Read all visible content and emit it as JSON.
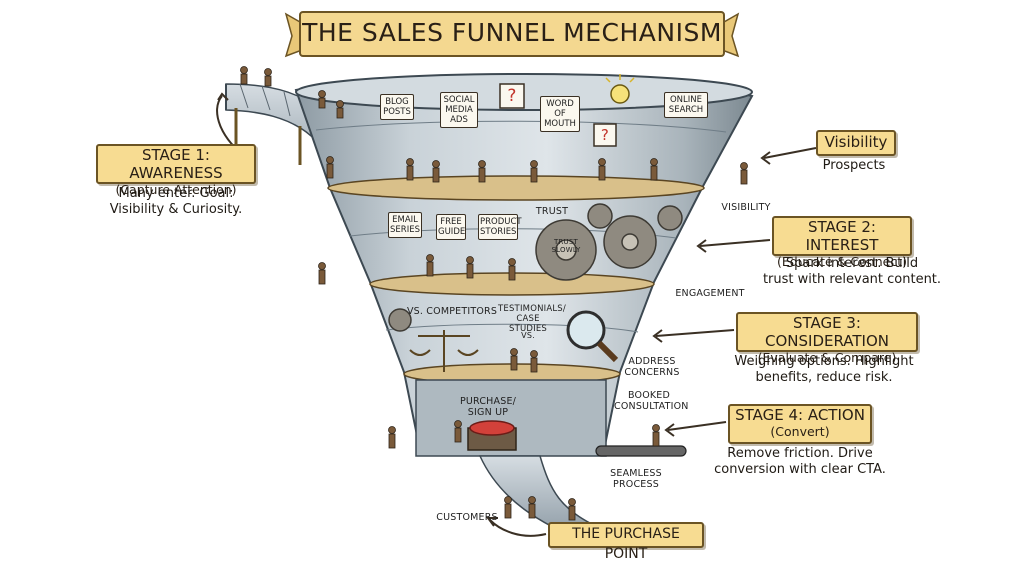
{
  "title": "THE SALES FUNNEL MECHANISM",
  "stages": [
    {
      "title": "STAGE 1: AWARENESS",
      "subtitle": "(Capture Attention)",
      "description": [
        "Many enter. Goal:",
        "Visibility & Curiosity."
      ]
    },
    {
      "title": "STAGE 2: INTEREST",
      "subtitle": "(Educate & Connect)",
      "description": [
        "Spark interest. Build",
        "trust with relevant content."
      ]
    },
    {
      "title": "STAGE 3: CONSIDERATION",
      "subtitle": "(Evaluate & Compare)",
      "description": [
        "Weighing options. Highlight",
        "benefits, reduce risk."
      ]
    },
    {
      "title": "STAGE 4: ACTION",
      "subtitle": "(Convert)",
      "description": [
        "Remove friction. Drive",
        "conversion with clear CTA."
      ]
    }
  ],
  "visibility": {
    "title": "Visibility",
    "subtitle": "Prospects"
  },
  "purchase_point": "THE PURCHASE POINT",
  "level1_signs": [
    "BLOG POSTS",
    "SOCIAL MEDIA ADS",
    "WORD OF MOUTH",
    "ONLINE SEARCH"
  ],
  "level2_signs": [
    "EMAIL SERIES",
    "FREE GUIDE",
    "PRODUCT STORIES"
  ],
  "labels": {
    "visibility": "VISIBILITY",
    "trust": "TRUST",
    "trust_slowly": "TRUST SLOWLY",
    "engagement": "ENGAGEMENT",
    "vs_competitors": "VS. COMPETITORS",
    "testimonials": "TESTIMONIALS/ CASE STUDIES",
    "vs": "VS.",
    "address_concerns": "ADDRESS CONCERNS",
    "purchase_signup": "PURCHASE/ SIGN UP",
    "booked_consultation": "BOOKED CONSULTATION",
    "seamless_process": "SEAMLESS PROCESS",
    "customers": "CUSTOMERS",
    "question_mark": "?"
  },
  "colors": {
    "banner": "#f4d890",
    "stage_box": "#f7dc92",
    "funnel_steel": "#b9c3ca",
    "funnel_dark": "#6f7d87",
    "floor_wood": "#d9c08a",
    "gear": "#8f8a80",
    "red_button": "#d2413a"
  }
}
